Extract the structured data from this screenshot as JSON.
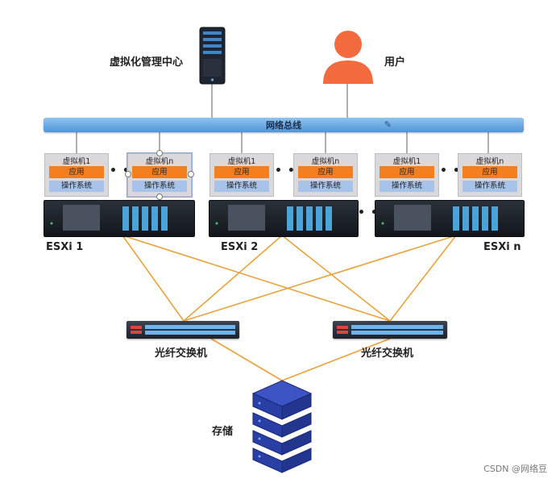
{
  "mgmt_label": "虚拟化管理中心",
  "user_label": "用户",
  "bus_label": "网络总线",
  "hosts": [
    {
      "label": "ESXi 1",
      "vms": [
        {
          "title": "虚拟机1",
          "app": "应用",
          "os": "操作系统"
        },
        {
          "title": "虚拟机n",
          "app": "应用",
          "os": "操作系统"
        }
      ]
    },
    {
      "label": "ESXi 2",
      "vms": [
        {
          "title": "虚拟机1",
          "app": "应用",
          "os": "操作系统"
        },
        {
          "title": "虚拟机n",
          "app": "应用",
          "os": "操作系统"
        }
      ]
    },
    {
      "label": "ESXi n",
      "vms": [
        {
          "title": "虚拟机1",
          "app": "应用",
          "os": "操作系统"
        },
        {
          "title": "虚拟机n",
          "app": "应用",
          "os": "操作系统"
        }
      ]
    }
  ],
  "ellipsis": "• • •",
  "switches": [
    {
      "label": "光纤交换机"
    },
    {
      "label": "光纤交换机"
    }
  ],
  "storage_label": "存储",
  "watermark": "CSDN @网络豆",
  "colors": {
    "bus": "#5b9fe0",
    "app": "#f47f1f",
    "os": "#a7c3ea",
    "link": "#e8a33a",
    "user": "#f26a3d",
    "storage": "#2a3fa6"
  }
}
